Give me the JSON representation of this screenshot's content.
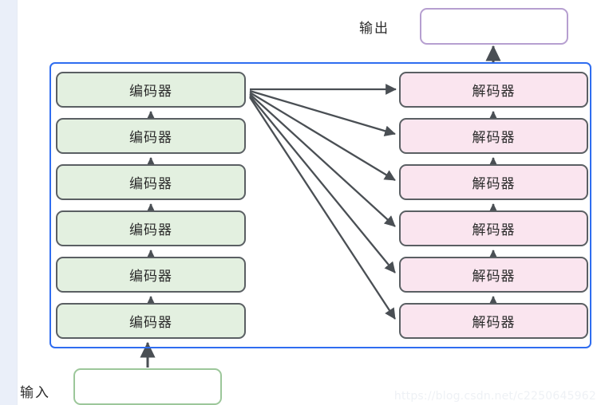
{
  "diagram": {
    "type": "encoder-decoder-stack",
    "title_visible": false,
    "colors": {
      "container_border": "#2f6df0",
      "encoder_fill": "#e3f0e0",
      "decoder_fill": "#fae5ef",
      "node_border": "#5a5f63",
      "output_border": "#b69fd0",
      "input_border": "#9cc79a",
      "arrow": "#4a4f54",
      "gutter": "#eaeff9"
    }
  },
  "labels": {
    "output": "输出",
    "input": "输入"
  },
  "io": {
    "output_box_text": "",
    "input_box_text": ""
  },
  "encoders": [
    {
      "label": "编码器"
    },
    {
      "label": "编码器"
    },
    {
      "label": "编码器"
    },
    {
      "label": "编码器"
    },
    {
      "label": "编码器"
    },
    {
      "label": "编码器"
    }
  ],
  "decoders": [
    {
      "label": "解码器"
    },
    {
      "label": "解码器"
    },
    {
      "label": "解码器"
    },
    {
      "label": "解码器"
    },
    {
      "label": "解码器"
    },
    {
      "label": "解码器"
    }
  ],
  "connections": {
    "encoder_stack_arrows": 5,
    "decoder_stack_arrows": 5,
    "cross_attention_arrows": 6,
    "input_to_encoder_arrow": true,
    "decoder_to_output_arrow": true,
    "source_node": "top-encoder",
    "note": "Top encoder output fans out to all six decoders"
  },
  "watermark": {
    "text": "https://blog.csdn.net/c2250645962"
  }
}
